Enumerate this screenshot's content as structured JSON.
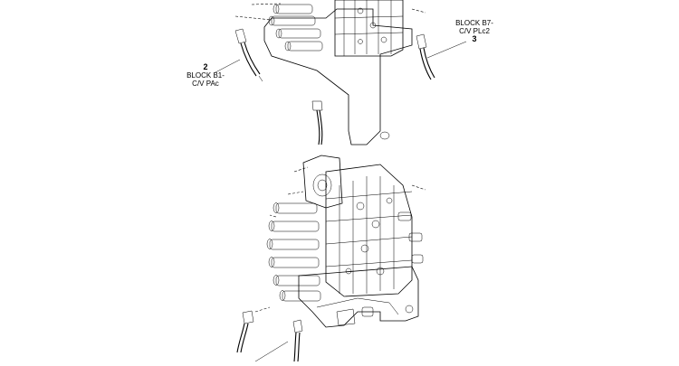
{
  "callouts": [
    {
      "id": "2",
      "number": "2",
      "line1": "BLOCK B1-",
      "line2": "C/V PAc"
    },
    {
      "id": "3",
      "number": "3",
      "line1": "BLOCK B7-",
      "line2": "C/V PLc2"
    }
  ],
  "colors": {
    "ink": "#000000",
    "background": "#ffffff"
  }
}
